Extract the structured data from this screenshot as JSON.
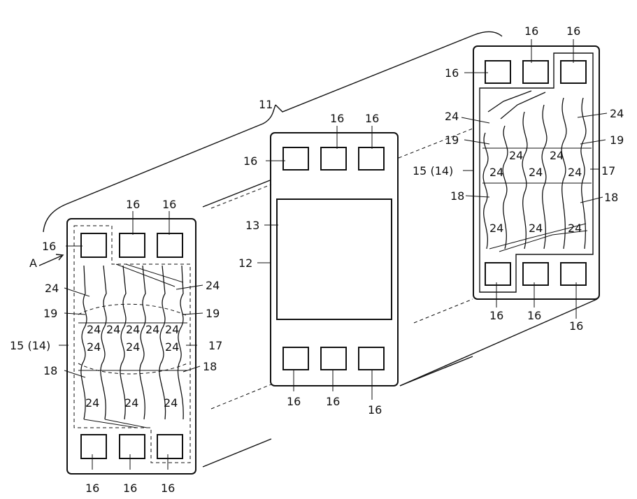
{
  "labels": {
    "package": "11",
    "chip_mount": "12",
    "chip": "13",
    "pad": "16",
    "region_left": "15 (14)",
    "region_right": "15 (14)",
    "area": "17",
    "trace": "18",
    "gap": "19",
    "feature": "24",
    "view_arrow": "A"
  }
}
